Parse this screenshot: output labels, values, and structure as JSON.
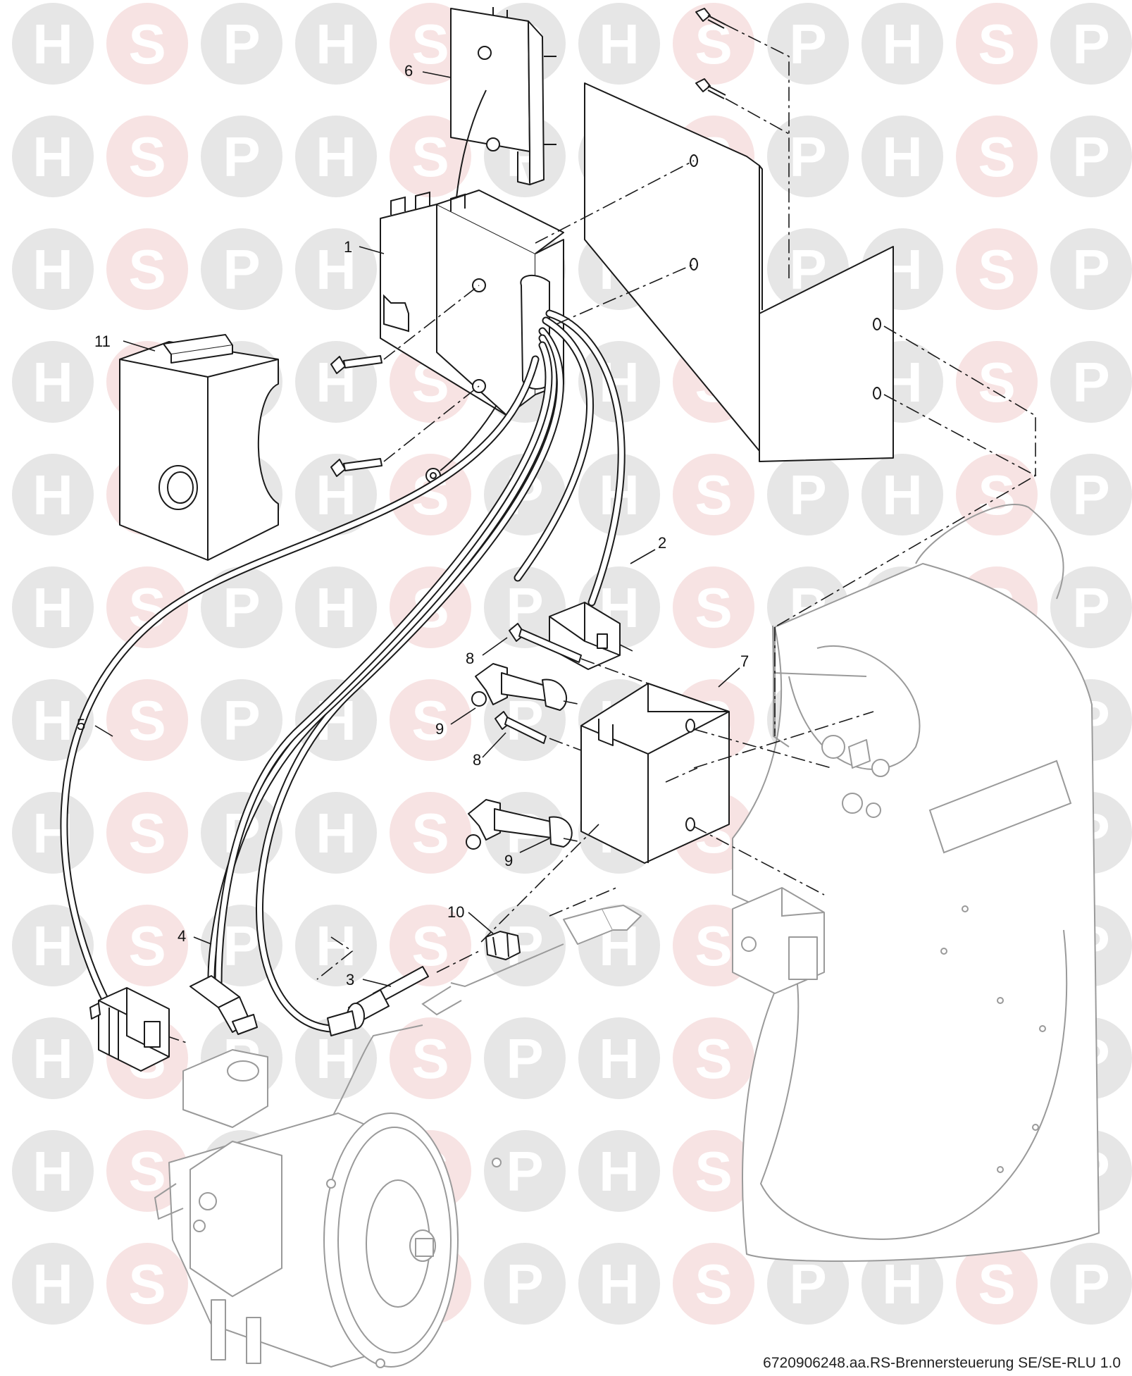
{
  "watermark": {
    "letters": [
      "H",
      "S",
      "P"
    ],
    "circle_color": "#e6e6e6",
    "accent_circle_color": "#f7e3e3",
    "letter_color": "#ffffff"
  },
  "callouts": {
    "c1": "1",
    "c2": "2",
    "c3": "3",
    "c4": "4",
    "c5": "5",
    "c6": "6",
    "c7": "7",
    "c8a": "8",
    "c8b": "8",
    "c9a": "9",
    "c9b": "9",
    "c10": "10",
    "c11": "11"
  },
  "caption": "6720906248.aa.RS-Brennersteuerung SE/SE-RLU 1.0"
}
